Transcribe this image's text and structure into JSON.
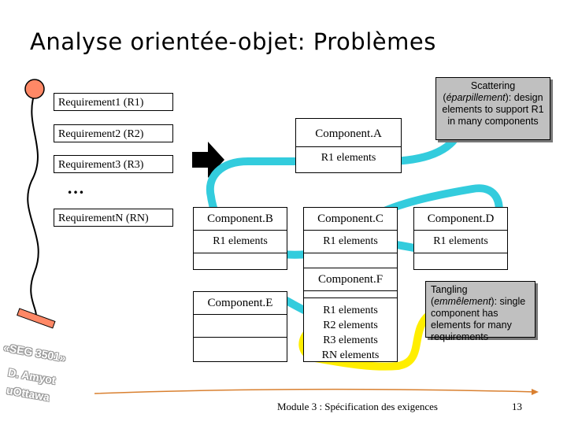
{
  "title": "Analyse orientée-objet: Problèmes",
  "requirements": [
    "Requirement1 (R1)",
    "Requirement2 (R2)",
    "Requirement3 (R3)",
    "RequirementN (RN)"
  ],
  "ellipsis": "…",
  "components": {
    "a": {
      "name": "Component.A",
      "elements": [
        "R1 elements"
      ]
    },
    "b": {
      "name": "Component.B",
      "elements": [
        "R1 elements"
      ]
    },
    "c": {
      "name": "Component.C",
      "elements": [
        "R1 elements"
      ]
    },
    "d": {
      "name": "Component.D",
      "elements": [
        "R1 elements"
      ]
    },
    "e": {
      "name": "Component.E",
      "elements": []
    },
    "f": {
      "name": "Component.F",
      "elements": [
        "R1 elements",
        "R2 elements",
        "R3 elements",
        "RN elements"
      ]
    }
  },
  "notes": {
    "scattering": {
      "lead": "Scattering",
      "term": "éparpillement",
      "text": ": design elements to support R1 in many components"
    },
    "tangling": {
      "lead": "Tangling",
      "term": "emmêlement",
      "text": ": single component has elements for many requirements"
    }
  },
  "stamp": {
    "line1": "«SEG 3501»",
    "line2": "D. Amyot",
    "line3": "uOttawa"
  },
  "footer": {
    "module": "Module 3 : Spécification des exigences",
    "page": "13"
  },
  "colors": {
    "scatter_path": "#33ccdd",
    "tangle_path": "#ffee00",
    "note_fill": "#c0c0c0",
    "actor_head": "#ff8866",
    "actor_base": "#ff8866"
  }
}
